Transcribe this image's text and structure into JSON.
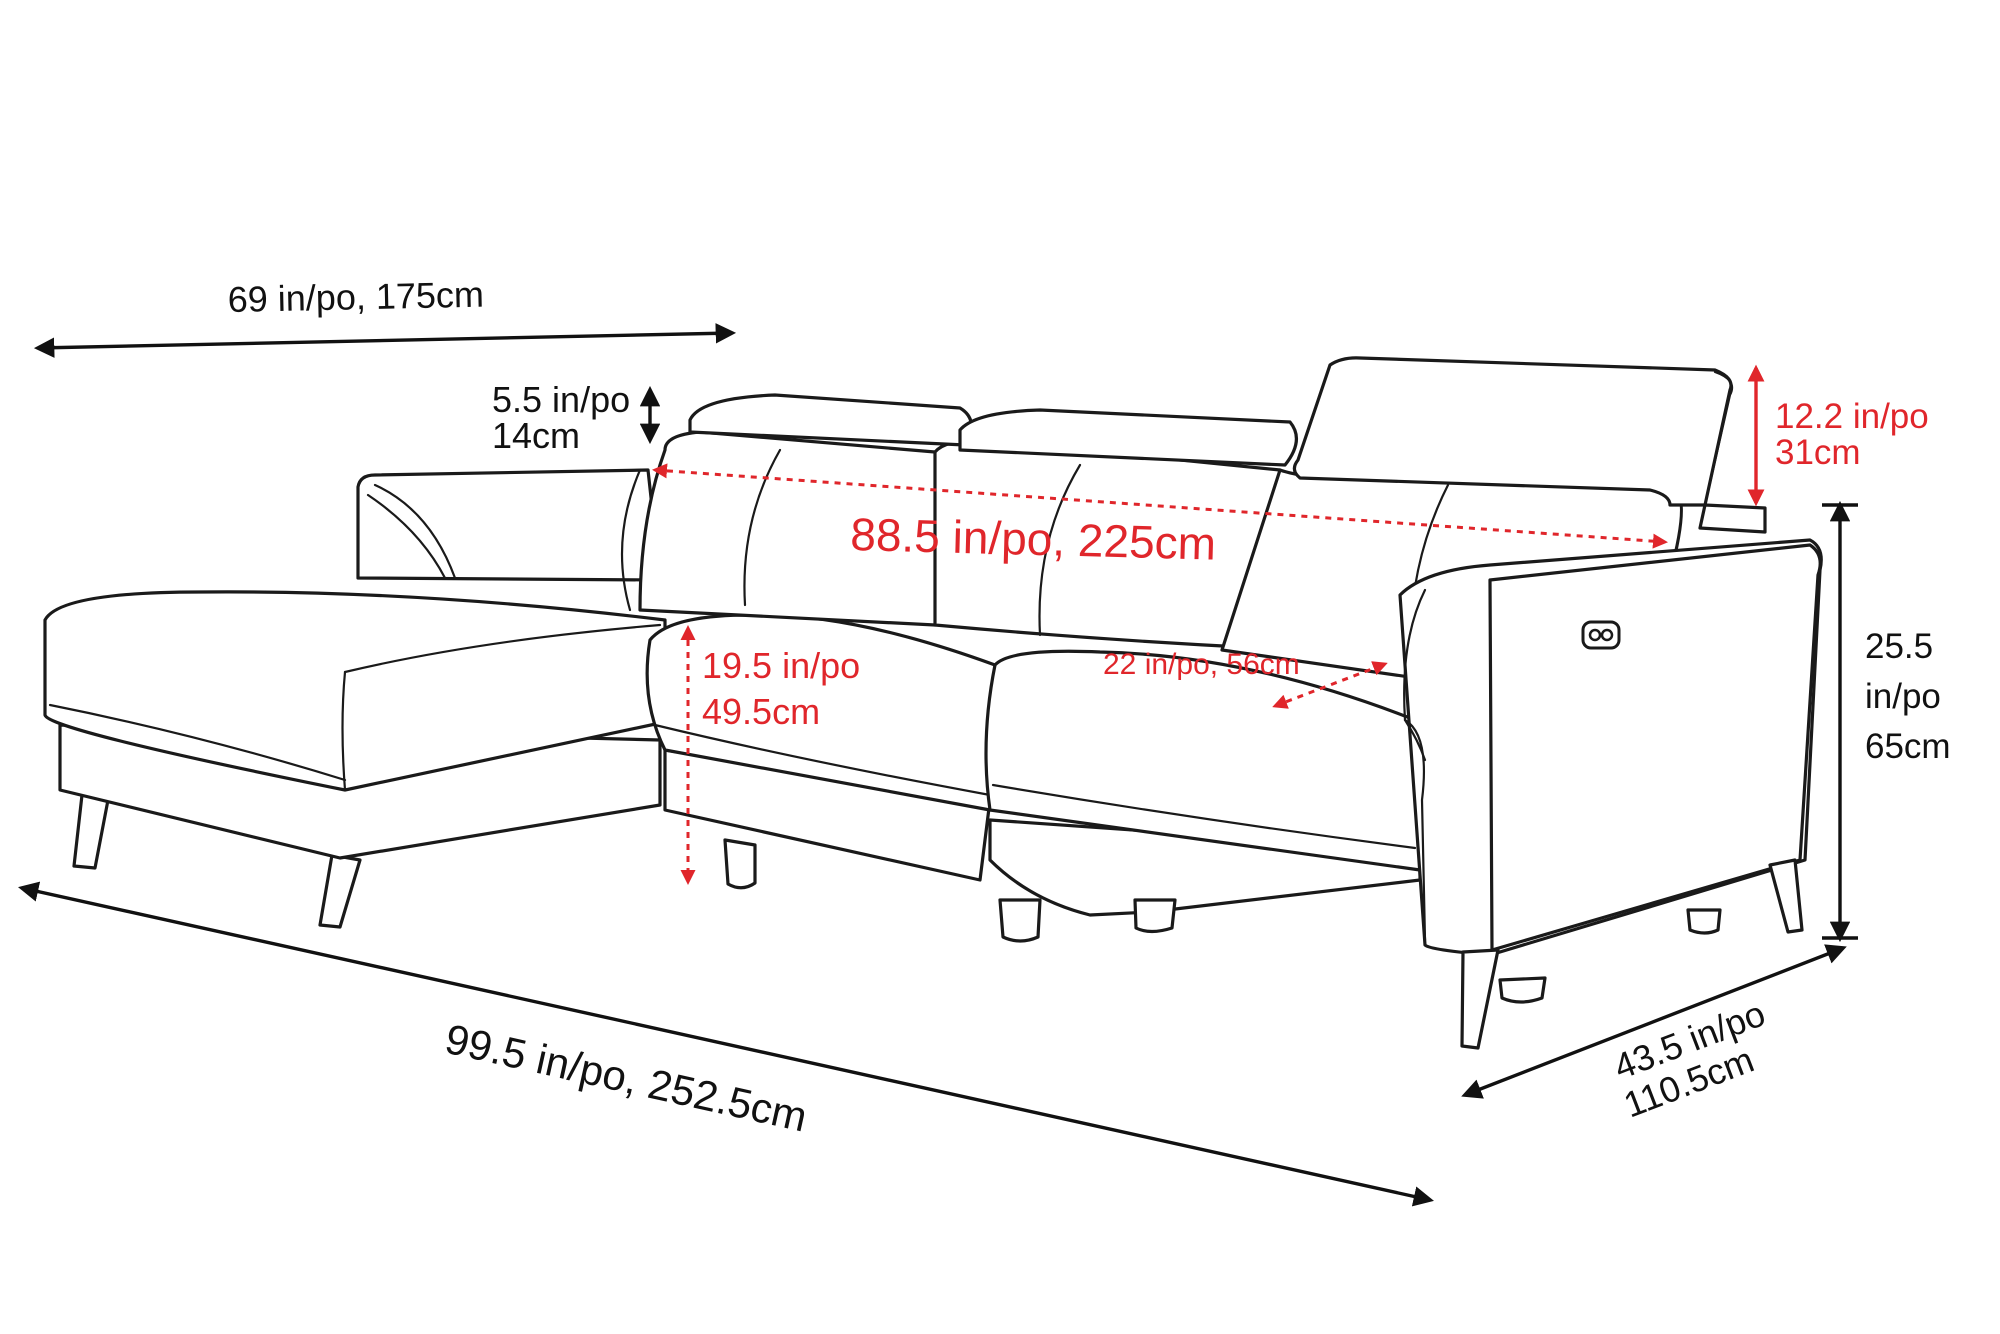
{
  "colors": {
    "accent_red": "#e0262b",
    "line": "#1a1a1a",
    "background": "#ffffff"
  },
  "dimensions": {
    "chaise_width": "69 in/po, 175cm",
    "headrest_lift_in": "5.5 in/po",
    "headrest_lift_cm": "14cm",
    "back_width": "88.5 in/po, 225cm",
    "headrest_height_in": "12.2 in/po",
    "headrest_height_cm": "31cm",
    "overall_height_line1": "25.5",
    "overall_height_line2": "in/po",
    "overall_height_line3": "65cm",
    "seat_height_in": "19.5 in/po",
    "seat_height_cm": "49.5cm",
    "seat_depth": "22 in/po, 56cm",
    "total_length": "99.5 in/po, 252.5cm",
    "depth_in": "43.5 in/po",
    "depth_cm": "110.5cm"
  },
  "icons": {
    "control_button": "power-recline-button-icon"
  }
}
